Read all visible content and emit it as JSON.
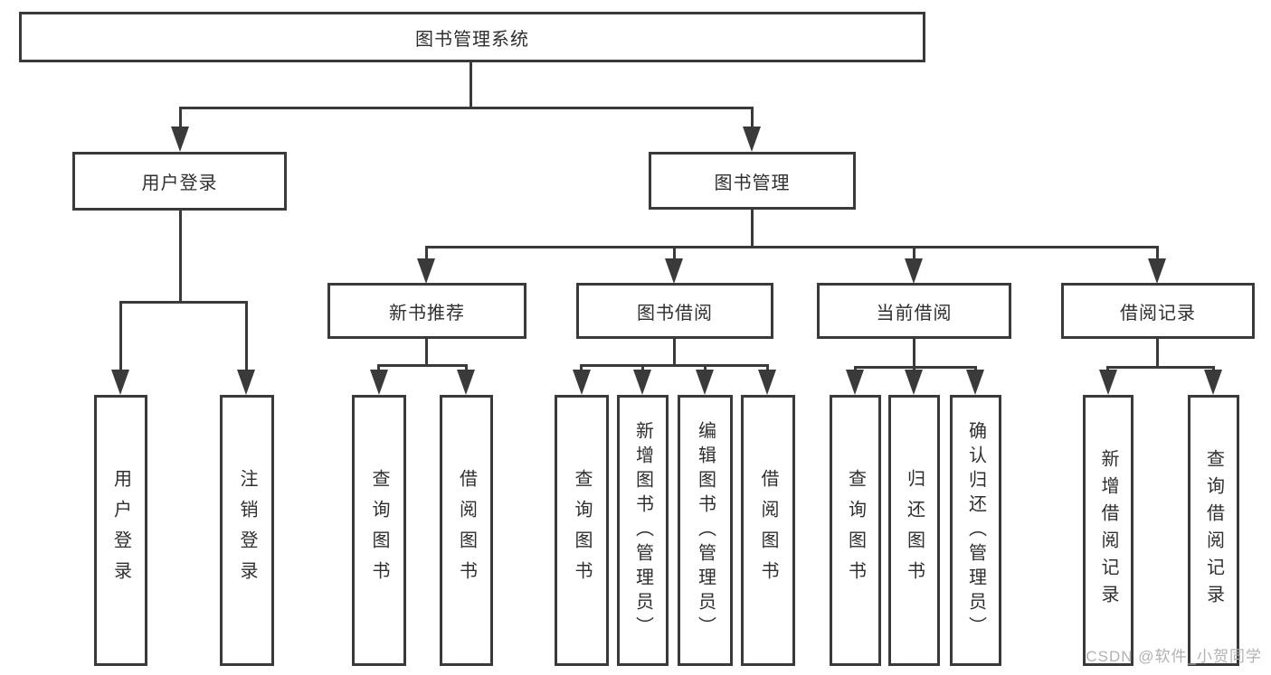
{
  "diagram": {
    "root": {
      "label": "图书管理系统"
    },
    "children": [
      {
        "label": "用户登录",
        "children": [
          {
            "label": "用户登录"
          },
          {
            "label": "注销登录"
          }
        ]
      },
      {
        "label": "图书管理",
        "children": [
          {
            "label": "新书推荐",
            "children": [
              {
                "label": "查询图书"
              },
              {
                "label": "借阅图书"
              }
            ]
          },
          {
            "label": "图书借阅",
            "children": [
              {
                "label": "查询图书"
              },
              {
                "label": "新增图书（管理员）"
              },
              {
                "label": "编辑图书（管理员）"
              },
              {
                "label": "借阅图书"
              }
            ]
          },
          {
            "label": "当前借阅",
            "children": [
              {
                "label": "查询图书"
              },
              {
                "label": "归还图书"
              },
              {
                "label": "确认归还（管理员）"
              }
            ]
          },
          {
            "label": "借阅记录",
            "children": [
              {
                "label": "新增借阅记录"
              },
              {
                "label": "查询借阅记录"
              }
            ]
          }
        ]
      }
    ]
  },
  "watermark": "CSDN @软件_小贺同学",
  "colors": {
    "line": "#3a3a3a",
    "text": "#2f2f2f",
    "background": "#ffffff",
    "watermark": "#b2b2b2"
  }
}
